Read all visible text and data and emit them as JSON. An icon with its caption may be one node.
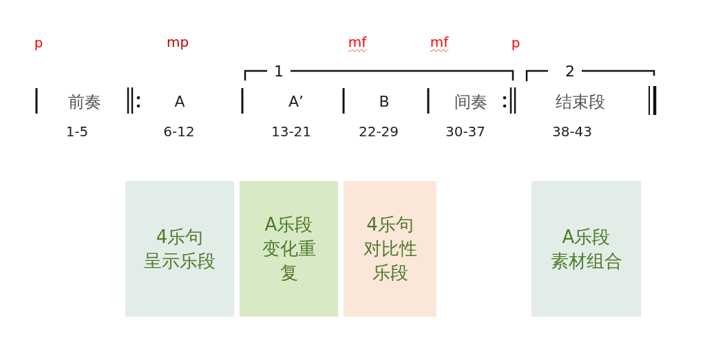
{
  "diagram": {
    "nodes": [
      {
        "text": [
          "4乐句",
          "呈示乐段"
        ]
      },
      {
        "text": [
          "A乐段",
          "变化重复"
        ]
      },
      {
        "text": [
          "4乐句",
          "对比性乐段"
        ]
      },
      {
        "text": [
          "A乐段",
          "素材组合"
        ]
      }
    ],
    "labels": [
      "p",
      "mp",
      "mf",
      "mf",
      "p",
      "1",
      "2",
      "前奏",
      "A",
      "A’",
      "B",
      "间奏",
      "结束段",
      "1-5",
      "6-12",
      "13-21",
      "22-29",
      "30-37",
      "38-43"
    ]
  }
}
